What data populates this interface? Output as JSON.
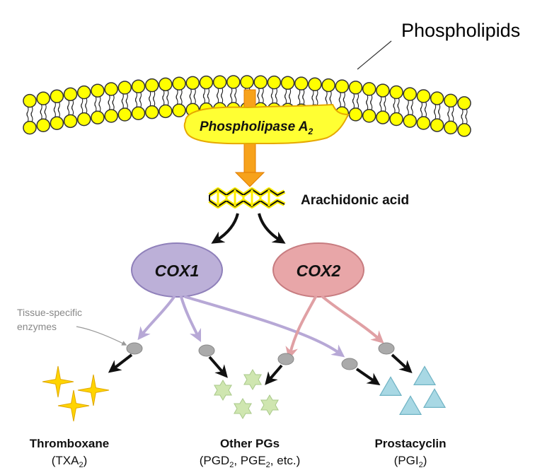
{
  "membrane": {
    "label": "Phospholipids",
    "head_color": "#FFFF00",
    "head_stroke": "#333333"
  },
  "enzyme_pla2": {
    "label_main": "Phospholipase A",
    "label_sub": "2",
    "fill": "#FFFF33",
    "stroke": "#E6A800"
  },
  "arrow_color": "#F7A21B",
  "arachidonic": {
    "label": "Arachidonic acid"
  },
  "cox1": {
    "label": "COX1",
    "fill": "#BCB0D8",
    "stroke": "#8F80BA",
    "arrow_color": "#B7A8D6"
  },
  "cox2": {
    "label": "COX2",
    "fill": "#E8A6A8",
    "stroke": "#C77C80",
    "arrow_color": "#E0A0A4"
  },
  "tissue_note": {
    "line1": "Tissue-specific",
    "line2": "enzymes"
  },
  "products": {
    "thromboxane": {
      "name": "Thromboxane",
      "abbr_pre": "(TXA",
      "abbr_sub": "2",
      "abbr_post": ")",
      "color": "#FFD400"
    },
    "other_pgs": {
      "name": "Other PGs",
      "p1": "(PGD",
      "s1": "2",
      "p2": ", PGE",
      "s2": "2",
      "p3": ", etc.)",
      "color": "#CFE6B0"
    },
    "prostacyclin": {
      "name": "Prostacyclin",
      "abbr_pre": "(PGI",
      "abbr_sub": "2",
      "abbr_post": ")",
      "color": "#A8D8E4"
    }
  }
}
